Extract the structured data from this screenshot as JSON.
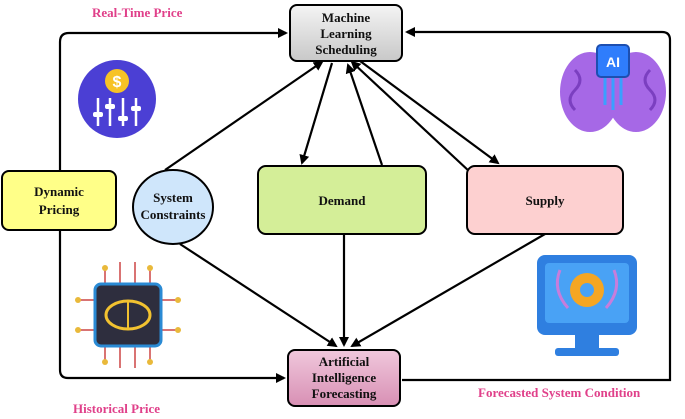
{
  "nodes": {
    "ml_scheduling": {
      "lines": [
        "Machine",
        "Learning",
        "Scheduling"
      ]
    },
    "dynamic_pricing": {
      "lines": [
        "Dynamic",
        "Pricing"
      ]
    },
    "system_constraints": {
      "lines": [
        "System",
        "Constraints"
      ]
    },
    "demand": {
      "lines": [
        "Demand"
      ]
    },
    "supply": {
      "lines": [
        "Supply"
      ]
    },
    "ai_forecasting": {
      "lines": [
        "Artificial",
        "Intelligence",
        "Forecasting"
      ]
    }
  },
  "edge_labels": {
    "real_time_price": "Real-Time Price",
    "historical_price": "Historical Price",
    "forecasted_system_condition": "Forecasted System Condition"
  },
  "icons": {
    "price_icon": "dollar-sliders-icon",
    "ai_brain_icon": "ai-brain-icon",
    "chip_icon": "brain-chip-icon",
    "monitor_icon": "monitor-gear-icon"
  },
  "colors": {
    "ml_fill": "#dcdcdc",
    "dynamic_fill": "#ffff88",
    "constraints_fill": "#cfe6fb",
    "demand_fill": "#d4ee98",
    "supply_fill": "#fdd0d0",
    "forecast_fill": "#e3aac8",
    "label_pink": "#e0408a"
  }
}
